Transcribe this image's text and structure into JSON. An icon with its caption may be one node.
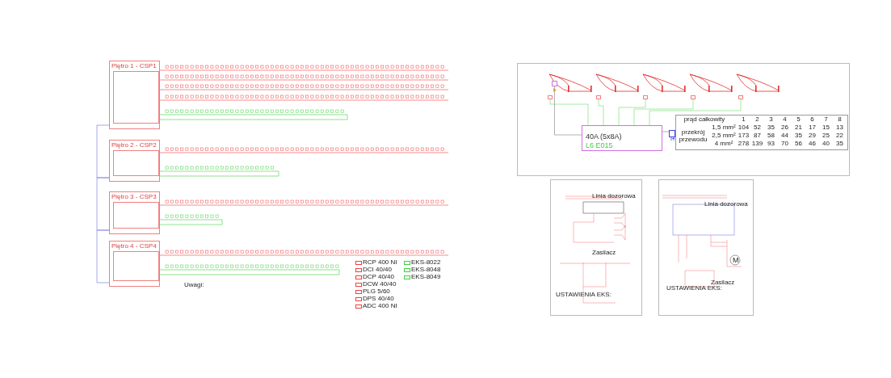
{
  "diagram": {
    "nodes": [
      {
        "text": [
          "Piętro 1 - CSP1"
        ]
      },
      {
        "text": [
          "Piętro 2 - CSP2"
        ]
      },
      {
        "text": [
          "Piętro 3 - CSP3"
        ]
      },
      {
        "text": [
          "Piętro 4 - CSP4"
        ]
      },
      {
        "text": [
          "40A (5x8A)",
          "L6 E015"
        ]
      },
      {
        "text": [],
        "shape": "box"
      },
      {
        "text": [],
        "shape": "box"
      },
      {
        "text": [],
        "shape": "box"
      },
      {
        "text": [],
        "shape": "box"
      },
      {
        "text": [],
        "shape": "box"
      },
      {
        "text": [],
        "shape": "box"
      },
      {
        "text": [],
        "shape": "box"
      }
    ],
    "edges": [
      {
        "from": 0,
        "to": 1,
        "arrow": "none",
        "color": "#8080e0"
      },
      {
        "from": 1,
        "to": 2,
        "arrow": "none",
        "color": "#8080e0"
      },
      {
        "from": 2,
        "to": 3,
        "arrow": "none",
        "color": "#8080e0"
      },
      {
        "from": 4,
        "to": 5,
        "arrow": "none",
        "color": "#80e080"
      },
      {
        "from": 4,
        "to": 6,
        "arrow": "none",
        "color": "#80e080"
      },
      {
        "from": 4,
        "to": 7,
        "arrow": "none",
        "color": "#80e080"
      },
      {
        "from": 4,
        "to": 8,
        "arrow": "none",
        "color": "#80e080"
      },
      {
        "from": 4,
        "to": 9,
        "arrow": "none",
        "color": "#80e080"
      },
      {
        "from": 4,
        "to": 10,
        "arrow": "none",
        "color": "#909090"
      },
      {
        "from": 11,
        "to": 4,
        "arrow": "none",
        "color": "#909090"
      }
    ],
    "labels": [
      "Uwagi:",
      "prąd całkowity",
      "1",
      "2",
      "3",
      "4",
      "5",
      "6",
      "7",
      "8",
      "przekrój przewodu",
      "1,5 mm²",
      "104",
      "52",
      "35",
      "26",
      "21",
      "17",
      "15",
      "13",
      "2,5 mm²",
      "173",
      "87",
      "58",
      "44",
      "35",
      "29",
      "25",
      "22",
      "4 mm²",
      "278",
      "139",
      "93",
      "70",
      "56",
      "46",
      "40",
      "35",
      "Linia dozorowa",
      "Zasilacz",
      "USTAWIENIA EKS:",
      "Linia dozorowa",
      "M",
      "Zasilacz",
      "USTAWIENIA EKS:"
    ],
    "legend": [
      {
        "text": "RCP 400 NI"
      },
      {
        "text": "DCI 40/40"
      },
      {
        "text": "DCP 40/40"
      },
      {
        "text": "DCW 40/40"
      },
      {
        "text": "PLG 5/60"
      },
      {
        "text": "DPS 40/40"
      },
      {
        "text": "ADC 400 NI"
      },
      {
        "text": "EKS-8022"
      },
      {
        "text": "EKS-8048"
      },
      {
        "text": "EKS-8049"
      }
    ]
  }
}
